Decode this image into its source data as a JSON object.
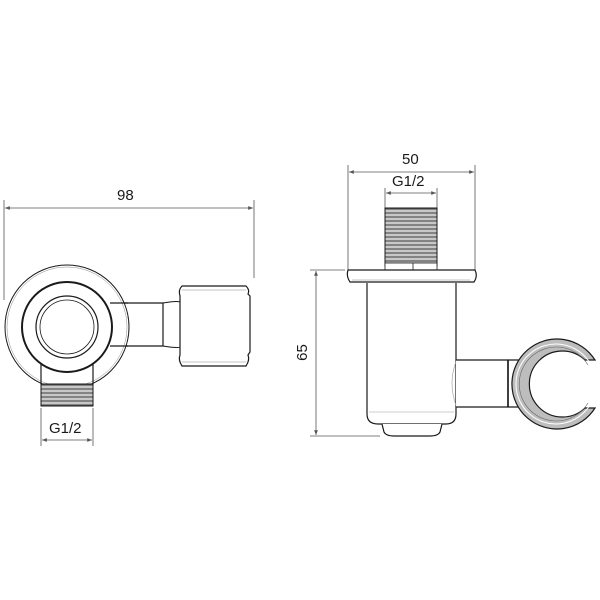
{
  "drawing": {
    "left_view": {
      "overall_width_label": "98",
      "thread_label": "G1/2"
    },
    "right_view": {
      "flange_width_label": "50",
      "thread_label": "G1/2",
      "height_label": "65"
    }
  },
  "colors": {
    "line": "#1a1a1a",
    "dim_line": "#555555",
    "thread_fill": "#8a8a8a",
    "background": "#ffffff"
  }
}
